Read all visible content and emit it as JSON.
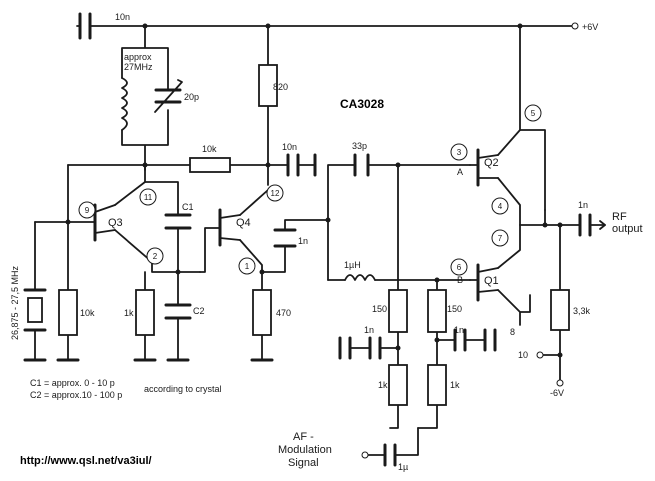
{
  "title": "CA3028",
  "url": "http://www.qsl.net/va3iul/",
  "supply": {
    "pos": "+6V",
    "neg": "-6V"
  },
  "tank": {
    "line1": "approx",
    "line2": "27MHz",
    "trimmer": "20p"
  },
  "components": {
    "c_top": "10n",
    "r_820": "820",
    "r_10k_mid": "10k",
    "c_10n_mid": "10n",
    "c_33p": "33p",
    "c1": "C1",
    "c2": "C2",
    "c_1n_q4": "1n",
    "r_470": "470",
    "r_1k_q3": "1k",
    "r_10k_left": "10k",
    "crystal": "26,875 - 27,5 MHz",
    "inductor": "1µH",
    "r_150_a": "150",
    "r_150_b": "150",
    "c_1n_a": "1n",
    "c_1n_b": "1n",
    "r_1k_a": "1k",
    "r_1k_b": "1k",
    "c_out": "1n",
    "r_33k": "3,3k",
    "c_mod": "1µ"
  },
  "transistors": {
    "q1": "Q1",
    "q2": "Q2",
    "q3": "Q3",
    "q4": "Q4"
  },
  "pins": {
    "p1": "1",
    "p2": "2",
    "p4": "4",
    "p5": "5",
    "p6": "6",
    "p7": "7",
    "p8": "8",
    "p9": "9",
    "p10": "10",
    "p11": "11",
    "p12": "12",
    "pA": "A",
    "pB": "B"
  },
  "rf_output": {
    "line1": "RF",
    "line2": "output"
  },
  "af_input": {
    "line1": "AF -",
    "line2": "Modulation",
    "line3": "Signal"
  },
  "notes": {
    "c1": "C1 = approx. 0 - 10 p",
    "c2": "C2 = approx.10 - 100 p",
    "crystal": "according to crystal"
  }
}
